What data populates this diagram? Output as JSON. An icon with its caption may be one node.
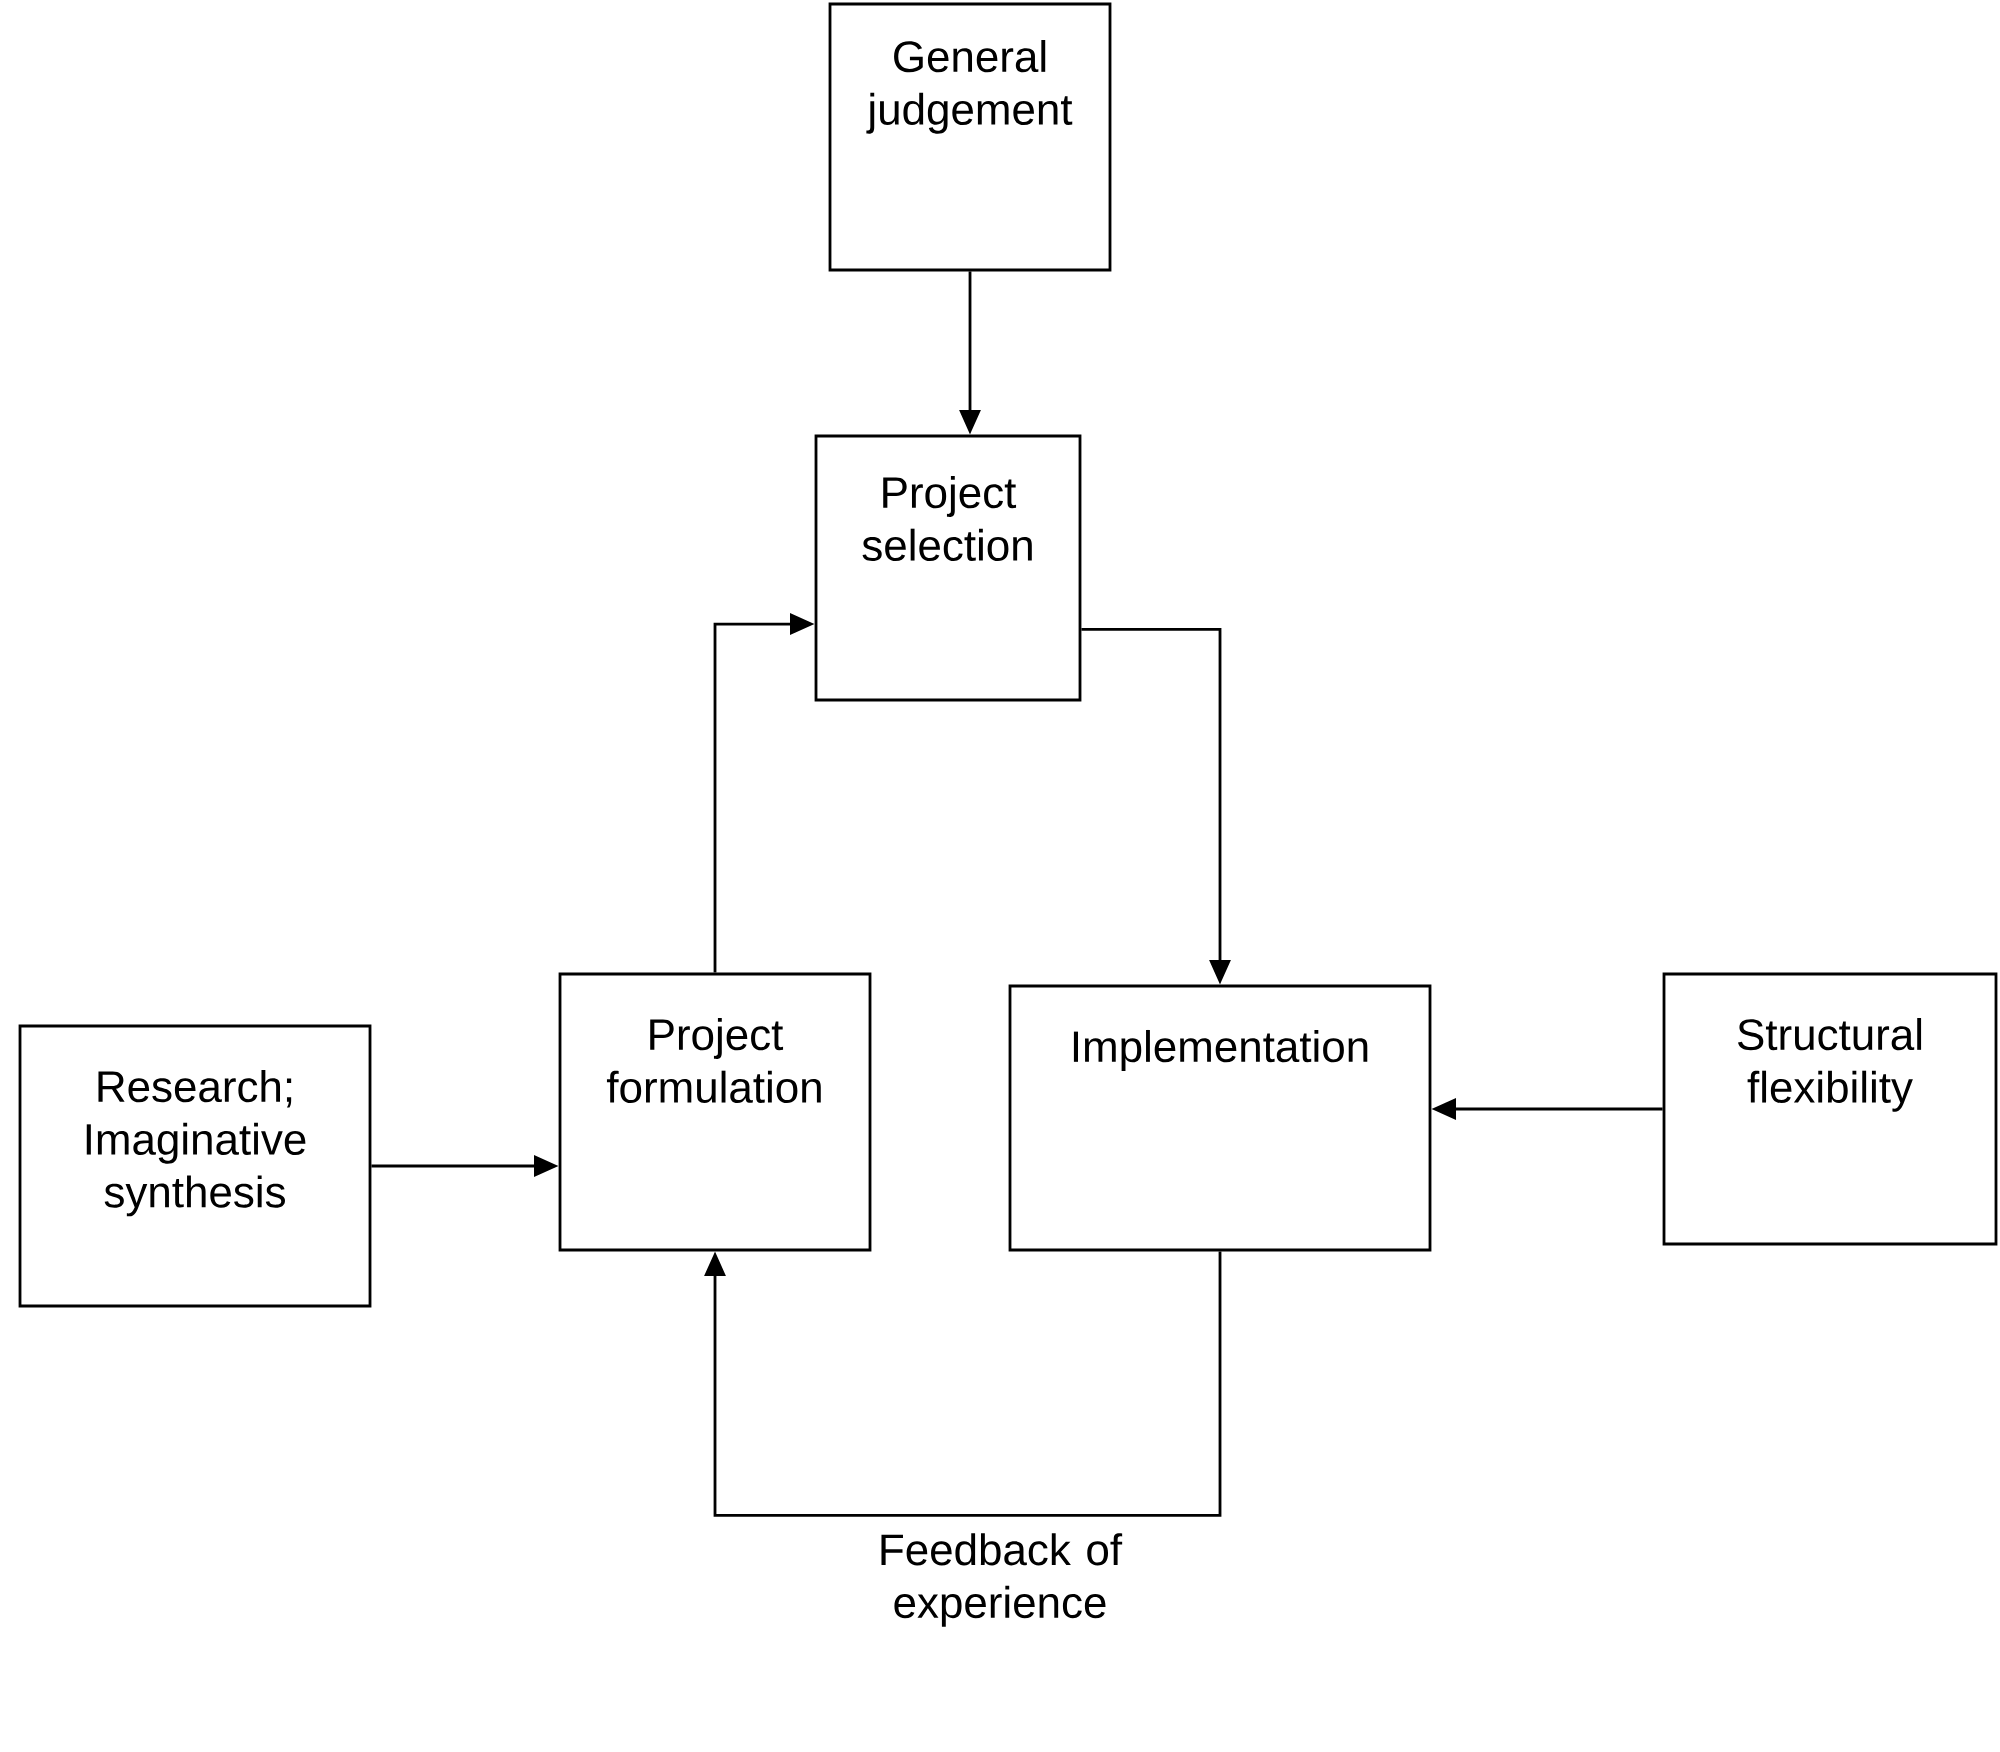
{
  "diagram": {
    "nodes": [
      {
        "text": [
          "General judgement"
        ]
      },
      {
        "text": [
          "Project selection"
        ]
      },
      {
        "text": [
          "Research; Imaginative synthesis"
        ]
      },
      {
        "text": [
          "Project formulation"
        ]
      },
      {
        "text": [
          "Implementation"
        ]
      },
      {
        "text": [
          "Structural flexibility"
        ]
      }
    ],
    "edges": [
      {
        "from": 0,
        "to": 1,
        "arrow": "to"
      },
      {
        "from": 3,
        "to": 1,
        "arrow": "to"
      },
      {
        "from": 1,
        "to": 4,
        "arrow": "to"
      },
      {
        "from": 2,
        "to": 3,
        "arrow": "to"
      },
      {
        "from": 5,
        "to": 4,
        "arrow": "to"
      },
      {
        "from": 4,
        "to": 3,
        "arrow": "to"
      }
    ],
    "labels": [
      "Feedback of experience"
    ]
  }
}
